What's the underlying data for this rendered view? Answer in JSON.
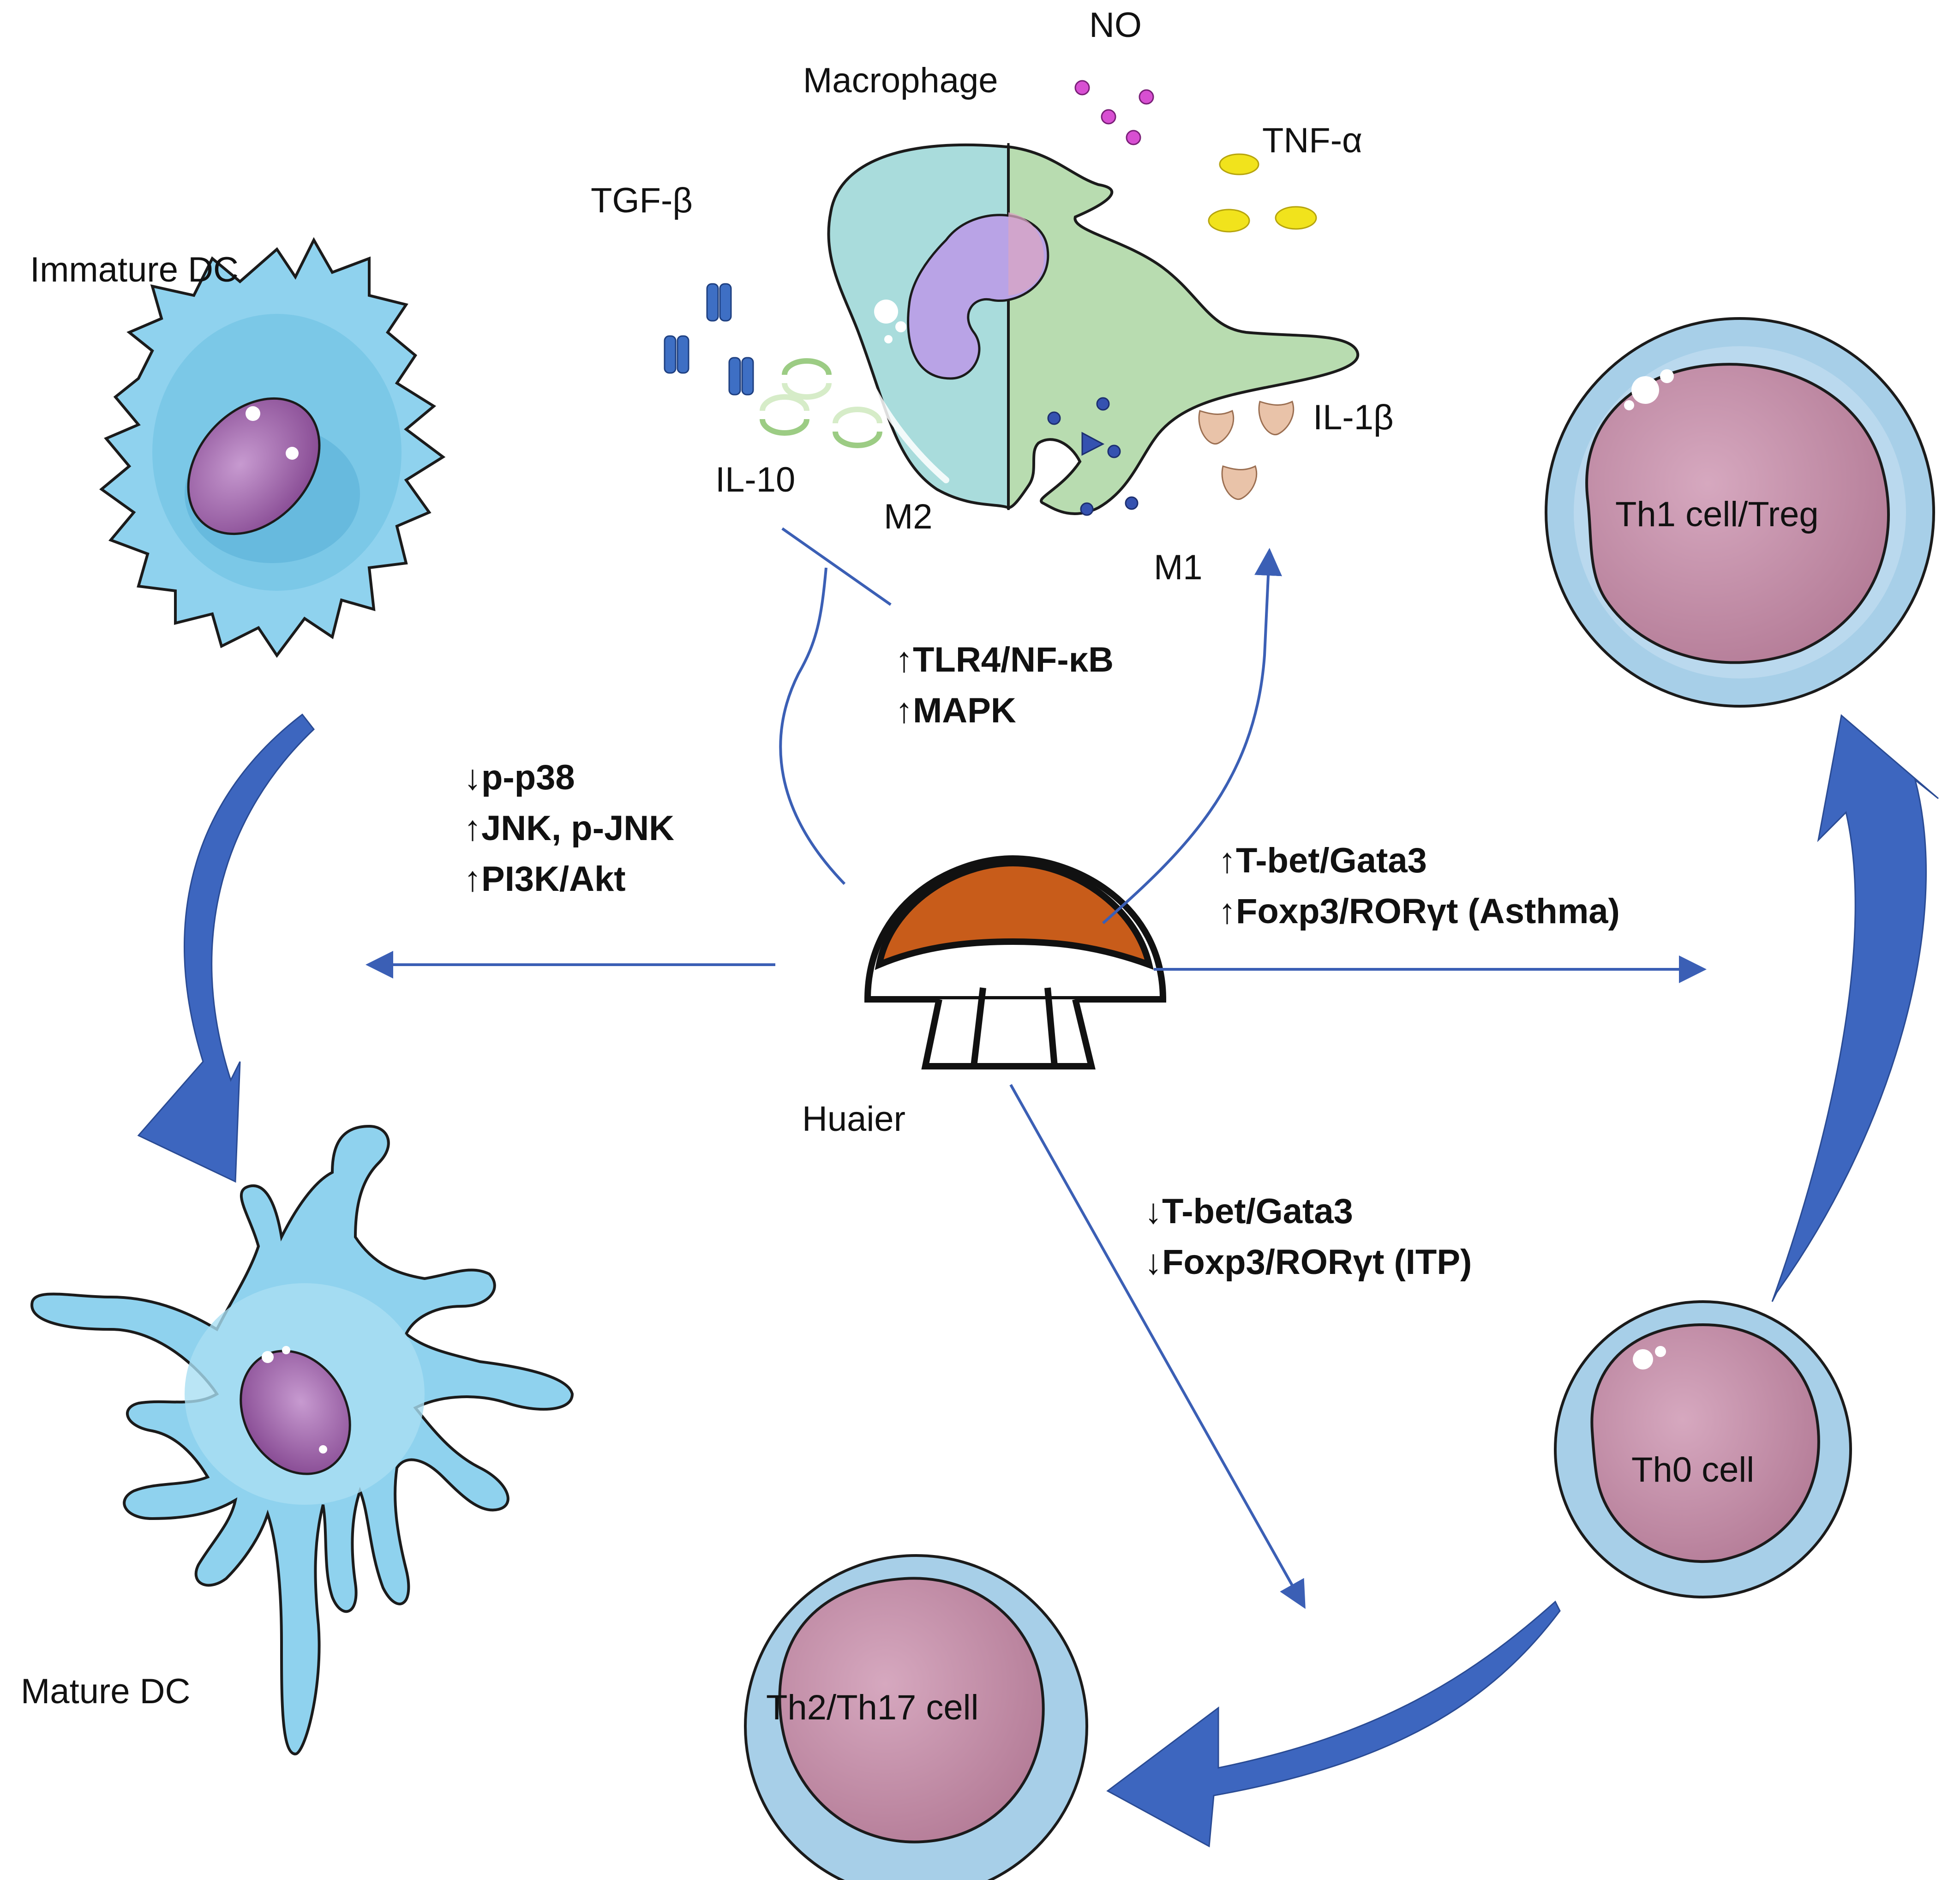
{
  "macrophage": {
    "title": "Macrophage",
    "m2_label": "M2",
    "m1_label": "M1",
    "cytokines": {
      "no": "NO",
      "tnf": "TNF-α",
      "tgf": "TGF-β",
      "il10": "IL-10",
      "il1b": "IL-1β"
    }
  },
  "dendritic": {
    "immature_label": "Immature DC",
    "mature_label": "Mature DC",
    "pathway_lines": [
      "↓p-p38",
      "↑JNK, p-JNK",
      "↑PI3K/Akt"
    ]
  },
  "huaier": {
    "label": "Huaier",
    "macrophage_pathways": [
      "↑TLR4/NF-κB",
      "↑MAPK"
    ],
    "asthma_lines": [
      "↑T-bet/Gata3",
      "↑Foxp3/RORγt (Asthma)"
    ],
    "itp_lines": [
      "↓T-bet/Gata3",
      "↓Foxp3/RORγt (ITP)"
    ]
  },
  "t_cells": {
    "th1_treg": "Th1 cell/Treg",
    "th0": "Th0 cell",
    "th2_th17": "Th2/Th17 cell"
  },
  "colors": {
    "arrow_blue": "#3b5fb5",
    "big_arrow_blue": "#3d66bf",
    "dc_blue": "#8fd2ee",
    "nucleus_purple": "#9c6aa7",
    "m2_teal": "#a9dcdc",
    "m1_green": "#b8dcb0",
    "tcell_pink": "#c996ad",
    "mushroom_cap": "#c85c1a"
  }
}
